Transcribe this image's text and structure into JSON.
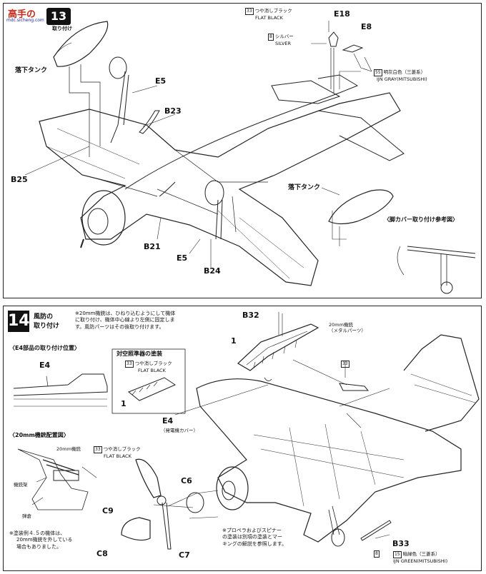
{
  "watermark": {
    "brand": "高手の",
    "url": "mdc.sicheng.com"
  },
  "step13": {
    "title": "取り付け",
    "labels": {
      "tank1": "落下タンク",
      "tank2": "落下タンク",
      "e5a": "E5",
      "e5b": "E5",
      "b23": "B23",
      "b25": "B25",
      "b21": "B21",
      "b24": "B24",
      "e18": "E18",
      "e8": "E8"
    },
    "paints": [
      {
        "num": "33",
        "jp": "つや消しブラック",
        "en": "FLAT BLACK"
      },
      {
        "num": "8",
        "jp": "シルバー",
        "en": "SILVER"
      },
      {
        "num": "55",
        "jp": "明灰白色（三菱系）",
        "en": "IJN GRAY(MITSUBISHI)"
      }
    ],
    "gear_ref": "〈脚カバー取り付け参考図〉"
  },
  "step14": {
    "number": "14",
    "title": [
      "風防の",
      "取り付け"
    ],
    "note": [
      "※20mm機銃は、ひねり込むようにして機体",
      "に取り付け、機体中心線より左側に固定しま",
      "す。風防パーツはその後取り付けます。"
    ],
    "e4_pos": "〈E4部品の取り付け位置〉",
    "e4a": "E4",
    "aa_title": "対空照準器の塗装",
    "aa_paint": {
      "num": "33",
      "jp": "つや消しブラック",
      "en": "FLAT BLACK"
    },
    "aa_part": "1",
    "e4b": "E4",
    "e4b_sub": "（発電機カバー）",
    "gun_title": "〈20mm機銃配置図〉",
    "gun_label": "20mm機銃",
    "gun_paint": {
      "num": "33",
      "jp": "つや消しブラック",
      "en": "FLAT BLACK"
    },
    "mount": "機銃架",
    "ammo": "弾倉",
    "note2": [
      "※塗装例４.５の機体は、",
      "20mm機銃を外している",
      "場合もありました。"
    ],
    "b32": "B32",
    "part1": "1",
    "gun_metal": [
      "20mm機銃",
      "（メタルパーツ）"
    ],
    "paint33": "33",
    "c6": "C6",
    "c9": "C9",
    "c8": "C8",
    "c7": "C7",
    "b33": "B33",
    "prop_note": [
      "※プロペラおよびスピナー",
      "の塗装は別項の塗装とマー",
      "キングの解説を参照します。"
    ],
    "p8": "8",
    "green": {
      "num": "15",
      "jp": "暗緑色（三菱系）",
      "en": "IJN GREEN(MITSUBISHI)"
    }
  }
}
